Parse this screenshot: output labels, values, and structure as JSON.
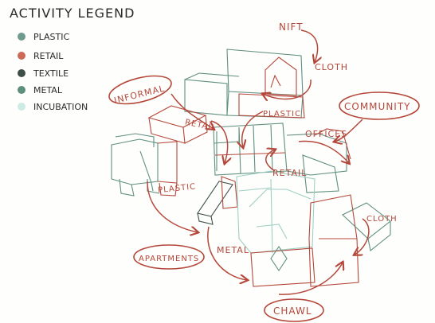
{
  "legend": {
    "title": "ACTIVITY LEGEND",
    "items": [
      {
        "label": "PLASTIC",
        "color": "#6f9a8e"
      },
      {
        "label": "RETAIL",
        "color": "#cc6a58"
      },
      {
        "label": "TEXTILE",
        "color": "#3e4f47"
      },
      {
        "label": "METAL",
        "color": "#5e8f7f"
      },
      {
        "label": "INCUBATION",
        "color": "#cdeae4"
      }
    ]
  },
  "labels": {
    "nift": "NIFT",
    "cloth_top": "CLOTH",
    "informal": "INFORMAL",
    "community": "COMMUNITY",
    "plastic_top": "PLASTIC",
    "retail_left": "RETAIL",
    "offices": "OFFICES",
    "retail_center": "RETAIL",
    "plastic_left": "PLASTIC",
    "cloth_right": "CLOTH",
    "apartments": "APARTMENTS",
    "metal": "METAL",
    "chawl": "CHAWL"
  },
  "colors": {
    "red": "#b5473a",
    "green": "#5e8f7f",
    "teal_light": "#9fcfc4",
    "ink": "#2a2a2a"
  }
}
